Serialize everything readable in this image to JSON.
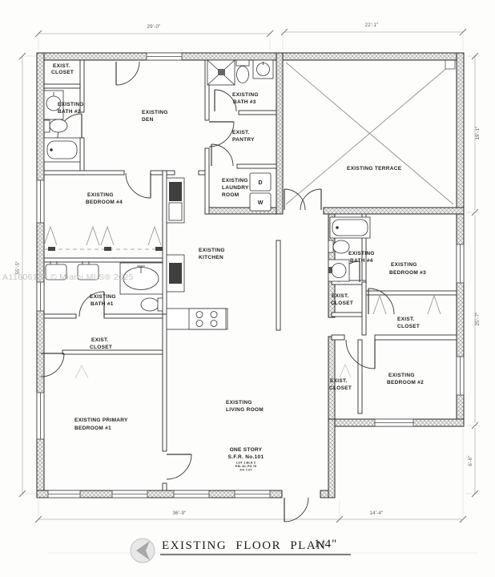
{
  "watermark": "A11606137 © Miami MLS® 2025",
  "title": {
    "name": "EXISTING  FLOOR  PLAN",
    "scale": "1/4\""
  },
  "colors": {
    "wall_hatch": "#a8a8a8",
    "line": "#222222",
    "dimension": "#666666",
    "watermark": "#bdbdbd",
    "label": "#1d1d1d"
  },
  "dimensions": {
    "top_left": "29'-0\"",
    "top_right": "22'-1\"",
    "right_top": "19'-1\"",
    "right_middle": "25'-7\"",
    "right_bottom": "6'-6\"",
    "left": "55'-5\"",
    "bottom_left": "36'-9\"",
    "bottom_right": "14'-4\""
  },
  "labels": {
    "closet_top_left": {
      "l1": "EXIST.",
      "l2": "CLOSET"
    },
    "bath2": {
      "l1": "EXISTING",
      "l2": "BATH #2"
    },
    "den": {
      "l1": "EXISTING",
      "l2": "DEN"
    },
    "bath3": {
      "l1": "EXISTING",
      "l2": "BATH #3"
    },
    "pantry": {
      "l1": "EXIST.",
      "l2": "PANTRY"
    },
    "laundry": {
      "l1": "EXISTING",
      "l2": "LAUNDRY",
      "l3": "ROOM"
    },
    "terrace": {
      "l1": "EXISTING TERRACE"
    },
    "bedroom4": {
      "l1": "EXISTING",
      "l2": "BEDROOM #4"
    },
    "kitchen": {
      "l1": "EXISTING",
      "l2": "KITCHEN"
    },
    "bath4": {
      "l1": "EXISTING",
      "l2": "BATH #4"
    },
    "bedroom3": {
      "l1": "EXISTING",
      "l2": "BEDROOM #3"
    },
    "closet_bath4": {
      "l1": "EXIST.",
      "l2": "CLOSET"
    },
    "closet_bedroom3": {
      "l1": "EXIST.",
      "l2": "CLOSET"
    },
    "bath1": {
      "l1": "EXISTING",
      "l2": "BATH #1"
    },
    "closet_primary": {
      "l1": "EXIST.",
      "l2": "CLOSET"
    },
    "closet_bedroom2": {
      "l1": "EXIST.",
      "l2": "CLOSET"
    },
    "bedroom2": {
      "l1": "EXISTING",
      "l2": "BEDROOM #2"
    },
    "primary_bedroom": {
      "l1": "EXISTING PRIMARY",
      "l2": "BEDROOM #1"
    },
    "living": {
      "l1": "EXISTING",
      "l2": "LIVING ROOM"
    },
    "story": {
      "l1": "ONE STORY",
      "l2": "S.F.R. No.101",
      "l3": "LOT 1 BLK 2",
      "l4": "P.B. 40, PG 70",
      "l5": "F.F. 7.07"
    },
    "dryer": "D",
    "washer": "W"
  }
}
